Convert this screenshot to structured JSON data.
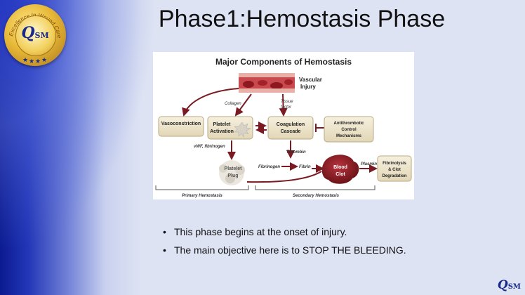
{
  "slide": {
    "title": "Phase1:Hemostasis Phase",
    "bullets": [
      "This phase begins at the onset of injury.",
      "The main objective here is to STOP THE BLEEDING."
    ]
  },
  "logo": {
    "ring_text": "Excellence In Wound Care",
    "mark_q": "Q",
    "mark_sm": "SM",
    "corner_q": "Q",
    "corner_sm": "SM"
  },
  "diagram": {
    "title": "Major Components of Hemostasis",
    "vascular_injury_1": "Vascular",
    "vascular_injury_2": "Injury",
    "collagen": "Collagen",
    "tissue_factor_1": "Tissue",
    "tissue_factor_2": "factor",
    "vasoconstriction": "Vasoconstriction",
    "platelet_activation_1": "Platelet",
    "platelet_activation_2": "Activation",
    "coagulation_cascade_1": "Coagulation",
    "coagulation_cascade_2": "Cascade",
    "antithrombotic_1": "Antithrombotic",
    "antithrombotic_2": "Control",
    "antithrombotic_3": "Mechanisms",
    "vwf_fibrinogen": "vWF, fibrinogen",
    "thrombin": "Thrombin",
    "platelet_plug_1": "Platelet",
    "platelet_plug_2": "Plug",
    "fibrinogen": "Fibrinogen",
    "fibrin": "Fibrin",
    "blood_clot_1": "Blood",
    "blood_clot_2": "Clot",
    "plasmin": "Plasmin",
    "fibrinolysis_1": "Fibrinolysis",
    "fibrinolysis_2": "& Clot",
    "fibrinolysis_3": "Degradation",
    "primary_hemostasis": "Primary Hemostasis",
    "secondary_hemostasis": "Secondary Hemostasis"
  },
  "colors": {
    "arrow": "#7a1a22",
    "box_fill": "#efe6cf",
    "clot": "#8c1c24",
    "background": "#dde3f3",
    "title_text": "#111111"
  }
}
